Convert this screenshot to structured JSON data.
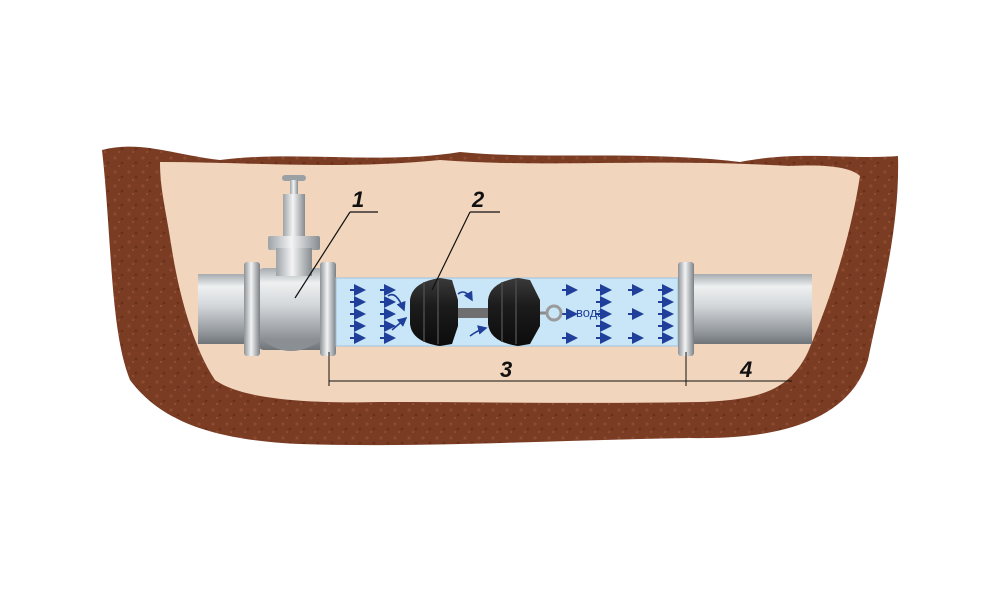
{
  "diagram": {
    "callouts": {
      "valve": "1",
      "cleaning_device": "2",
      "pipe_section": "3",
      "adjacent_section": "4"
    },
    "water_label": "вода"
  },
  "colors": {
    "soil_dark": "#7a3a22",
    "soil_light": "#f1d6bd",
    "water": "#c9e6f8",
    "flow_arrow": "#1f3f9a",
    "pipe_light": "#e8eaec",
    "pipe_dark": "#8e9397"
  },
  "icons": [
    "gate-valve-icon",
    "pipe-cleaning-pig-icon",
    "flow-arrow-icon"
  ]
}
